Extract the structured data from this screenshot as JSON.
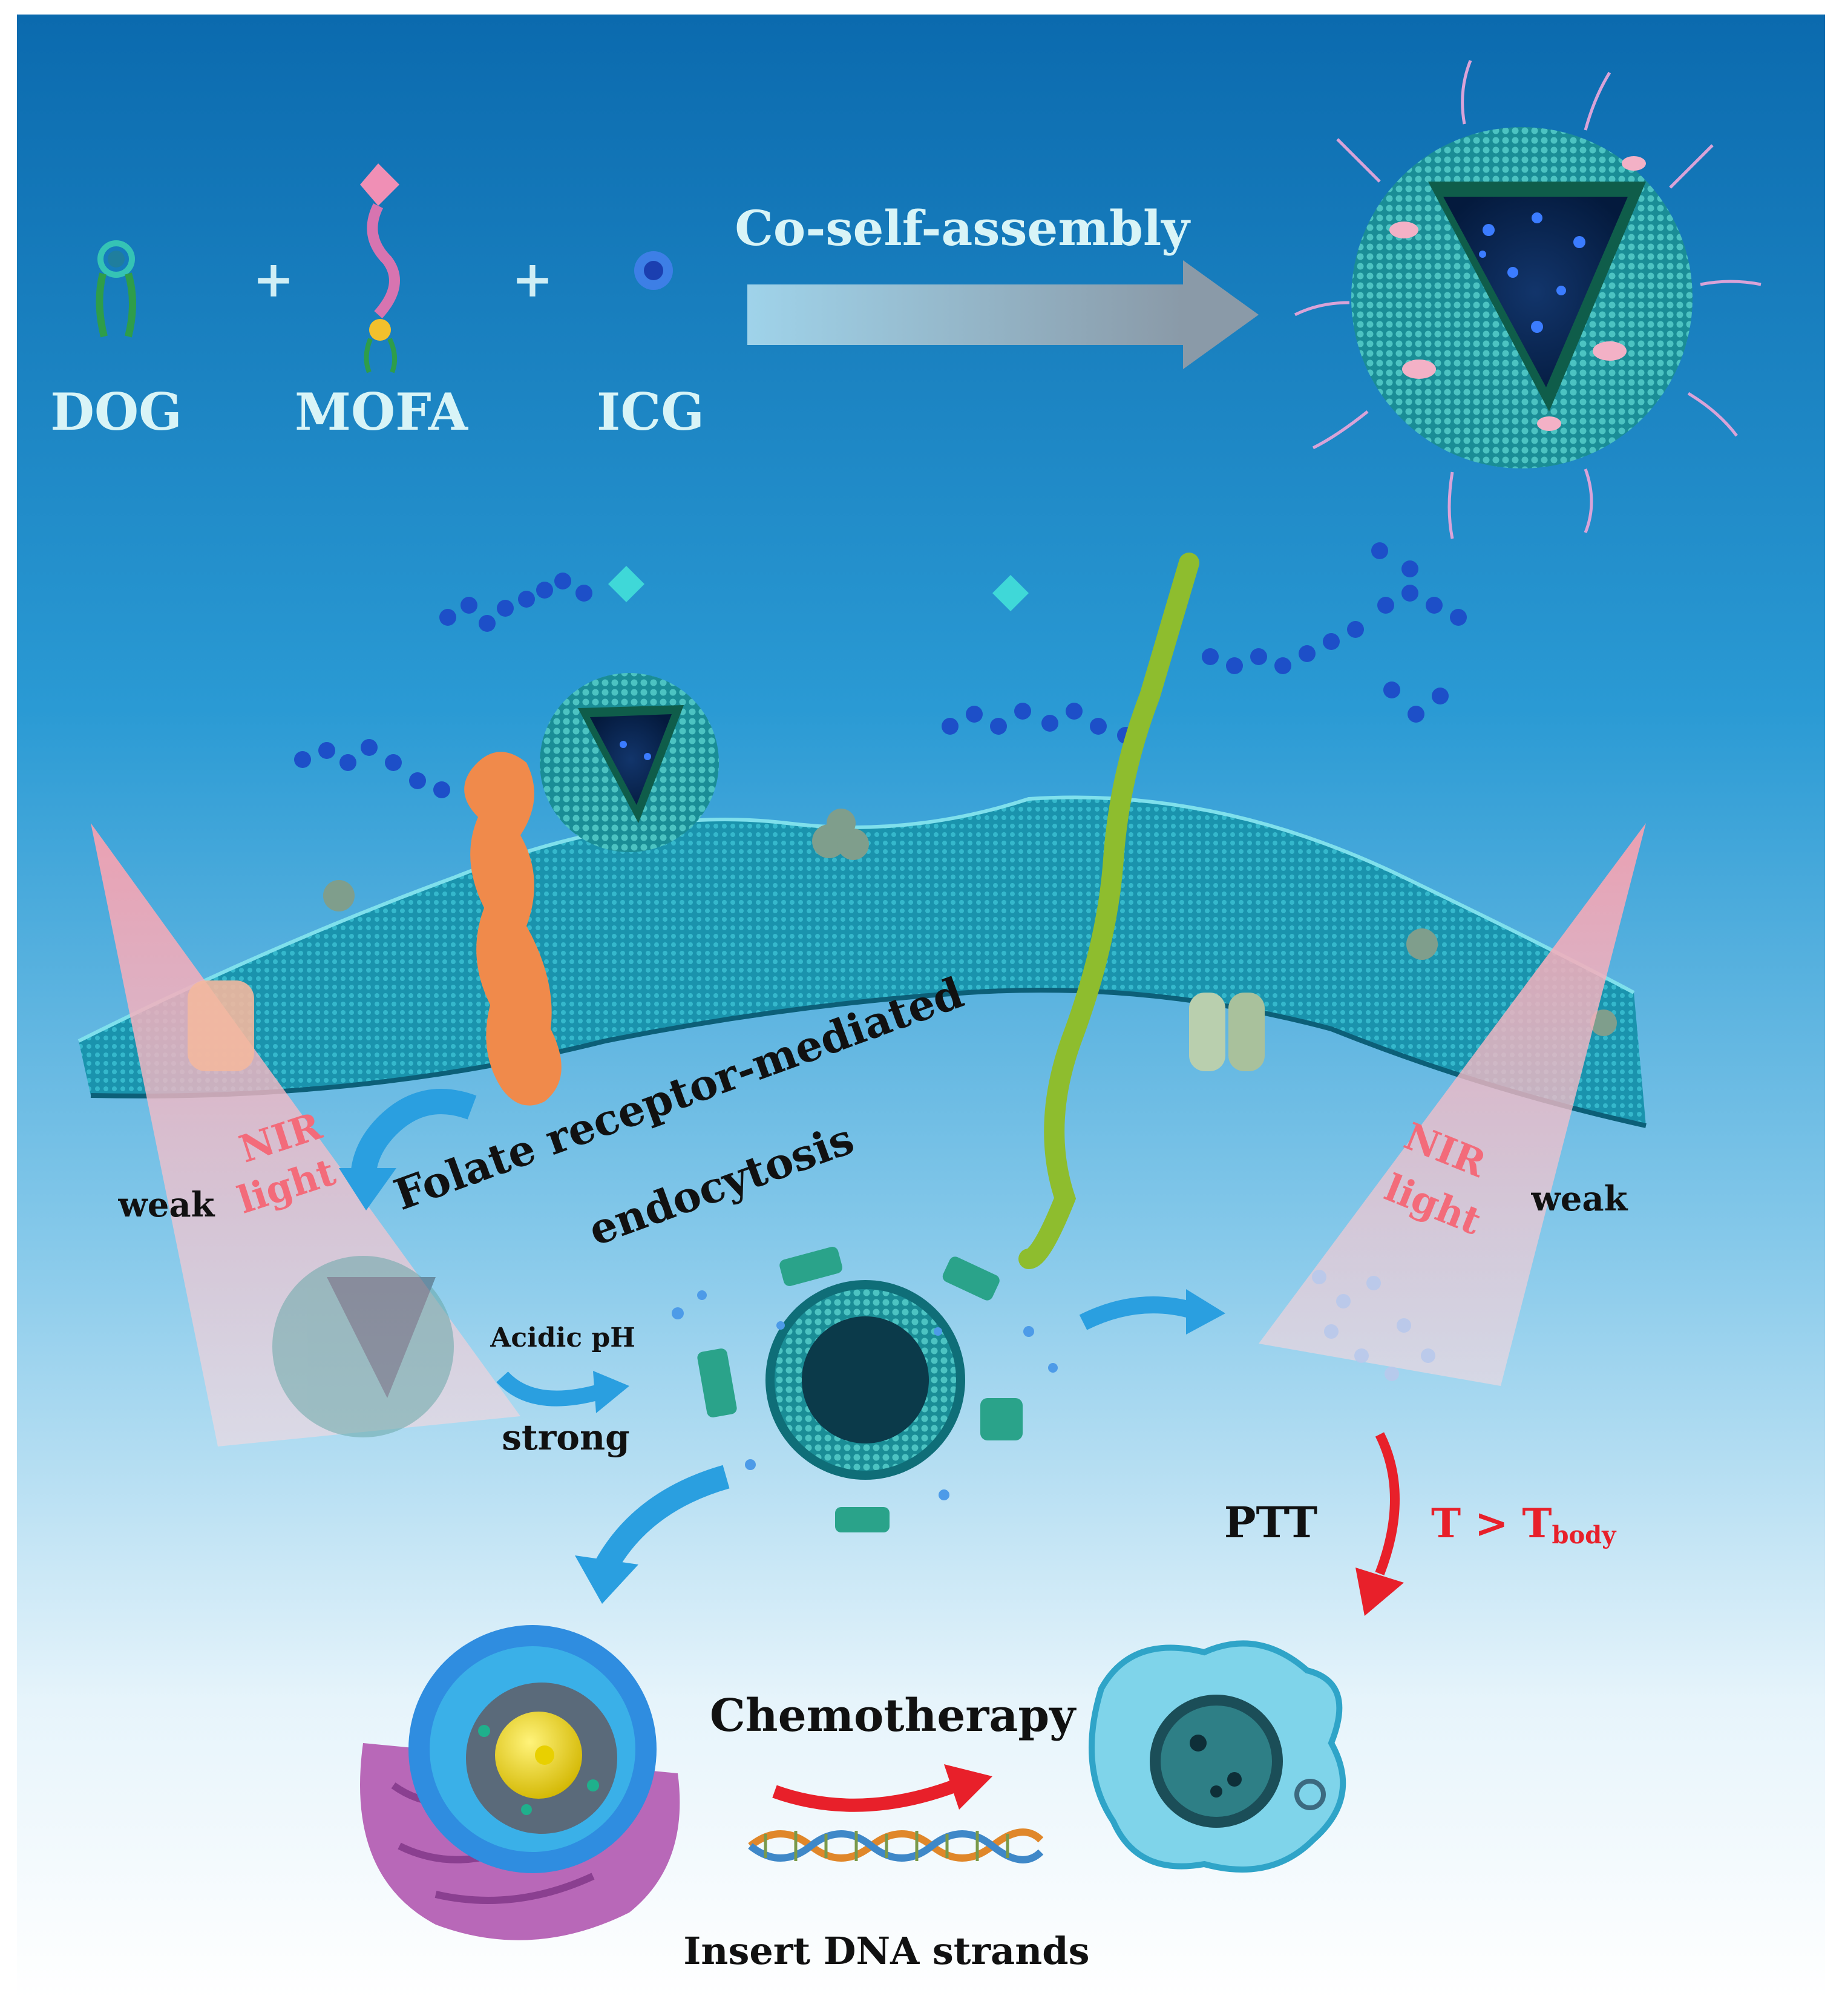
{
  "top": {
    "components": [
      {
        "id": "dog",
        "label": "DOG"
      },
      {
        "id": "mofa",
        "label": "MOFA"
      },
      {
        "id": "icg",
        "label": "ICG"
      }
    ],
    "plus_sign": "+",
    "assembly_label": "Co-self-assembly"
  },
  "middle": {
    "left_light": {
      "line1": "NIR",
      "line2": "light",
      "intensity": "weak"
    },
    "right_light": {
      "line1": "NIR",
      "line2": "light",
      "intensity": "weak"
    },
    "uptake_line1": "Folate receptor-mediated",
    "uptake_line2": "endocytosis",
    "trigger": "Acidic pH",
    "release_strength": "strong"
  },
  "bottom": {
    "chemo": "Chemotherapy",
    "dna": "Insert DNA strands",
    "ptt": "PTT",
    "temp_prefix": "T > T",
    "temp_sub": "body"
  },
  "colors": {
    "bg_top": "#0d6fb2",
    "bg_bottom": "#ffffff",
    "membrane": "#1e9bb6",
    "receptor": "#f08a4b",
    "green_strand": "#8ebd2e",
    "arrow_blue": "#2a9fe0",
    "arrow_red": "#e8202a",
    "label_white": "#d8f4f7",
    "label_pink": "#f36b7a",
    "label_dark": "#111111"
  }
}
